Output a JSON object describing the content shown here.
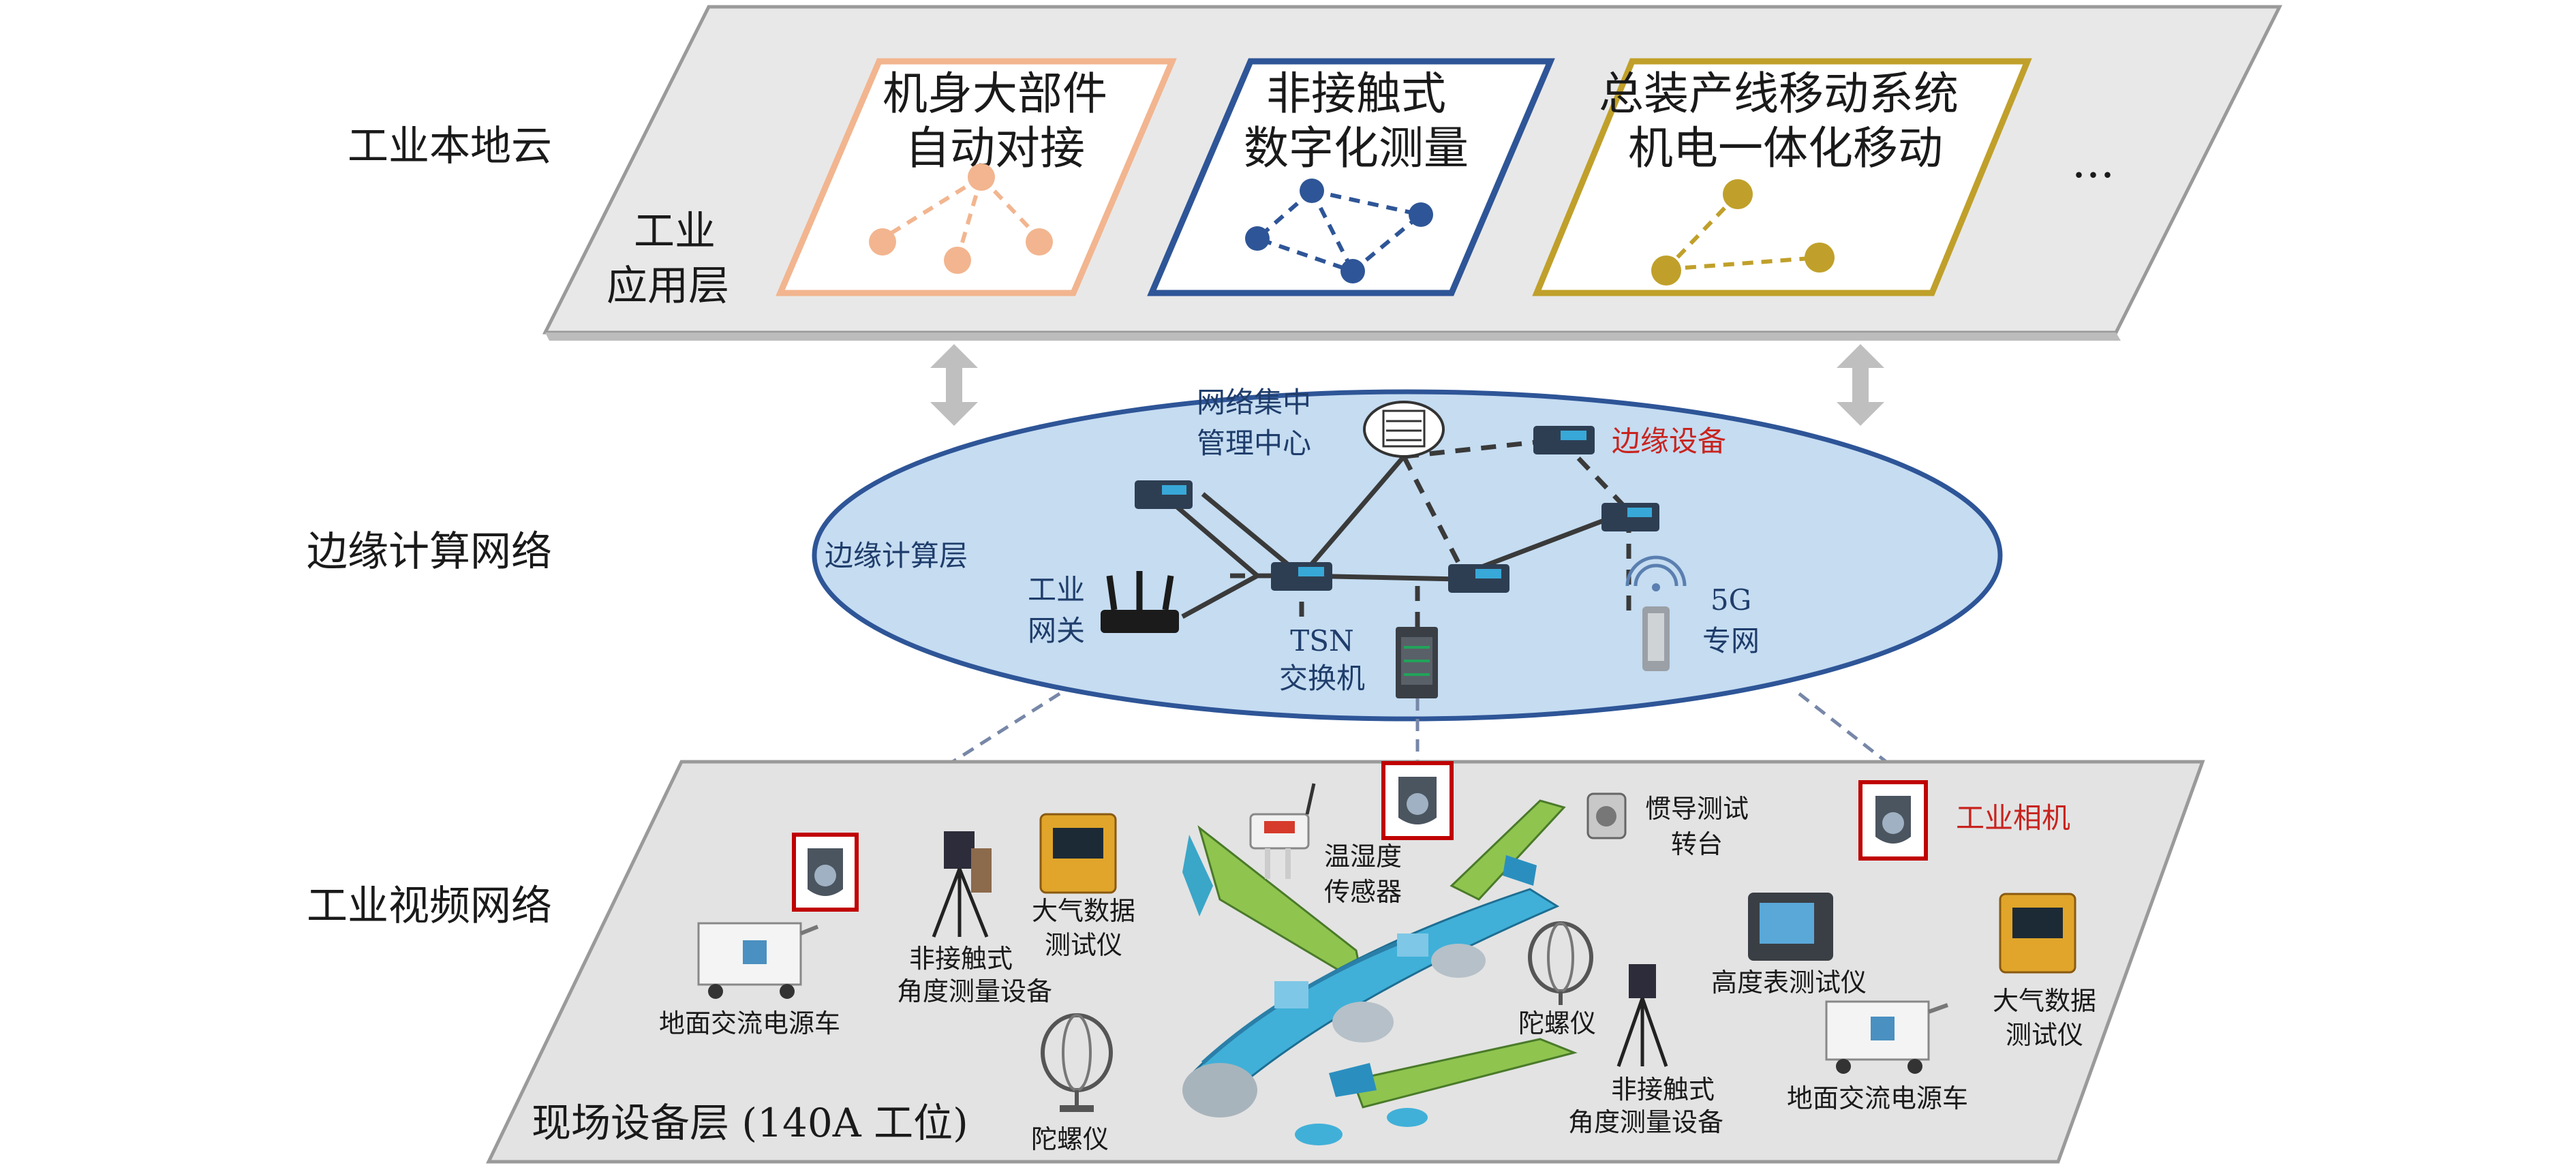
{
  "left_labels": {
    "cloud": "工业本地云",
    "edge": "边缘计算网络",
    "video": "工业视频网络"
  },
  "app_layer": {
    "name_line1": "工业",
    "name_line2": "应用层",
    "ellipsis": "...",
    "cards": [
      {
        "line1": "机身大部件",
        "line2": "自动对接",
        "color": "#f2b58f"
      },
      {
        "line1": "非接触式",
        "line2": "数字化测量",
        "color": "#2e5597"
      },
      {
        "line1": "总装产线移动系统",
        "line2": "机电一体化移动",
        "color": "#c0a02a"
      }
    ]
  },
  "edge_layer": {
    "name": "边缘计算层",
    "center_line1": "网络集中",
    "center_line2": "管理中心",
    "edge_device": "边缘设备",
    "gateway_line1": "工业",
    "gateway_line2": "网关",
    "tsn_line1": "TSN",
    "tsn_line2": "交换机",
    "fiveg_line1": "5G",
    "fiveg_line2": "专网"
  },
  "field_layer": {
    "name": "现场设备层 (140A 工位)",
    "industrial_camera": "工业相机",
    "devices": {
      "ground_power_left": "地面交流电源车",
      "noncontact_left_1": "非接触式",
      "noncontact_left_2": "角度测量设备",
      "air_data_left_1": "大气数据",
      "air_data_left_2": "测试仪",
      "gyro_left": "陀螺仪",
      "temp_humidity_1": "温湿度",
      "temp_humidity_2": "传感器",
      "inertial_1": "惯导测试",
      "inertial_2": "转台",
      "gyro_right": "陀螺仪",
      "altimeter": "高度表测试仪",
      "noncontact_right_1": "非接触式",
      "noncontact_right_2": "角度测量设备",
      "air_data_right_1": "大气数据",
      "air_data_right_2": "测试仪",
      "ground_power_right": "地面交流电源车"
    }
  },
  "colors": {
    "layer_fill": "#e6e6e6",
    "ellipse_fill": "#c5dcf1",
    "ellipse_stroke": "#2e5597",
    "camera_box": "#c00000",
    "accent_red": "#c8241f"
  }
}
